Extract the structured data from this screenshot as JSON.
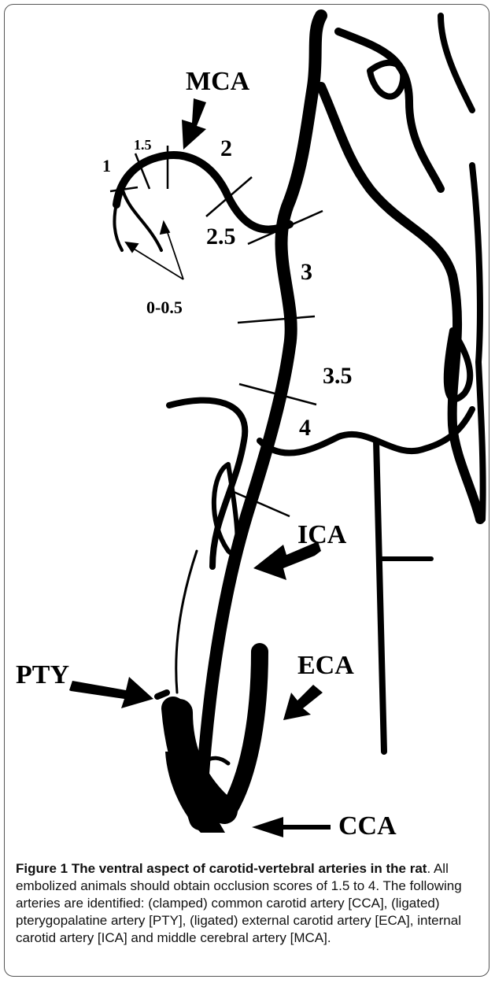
{
  "diagram": {
    "labels": {
      "mca": "MCA",
      "ica": "ICA",
      "pty": "PTY",
      "eca": "ECA",
      "cca": "CCA"
    },
    "scores": {
      "s1": "1",
      "s15": "1.5",
      "s2": "2",
      "s25": "2.5",
      "s3": "3",
      "s35": "3.5",
      "s4": "4",
      "s005": "0-0.5"
    }
  },
  "caption": {
    "title": "Figure 1 The ventral aspect of carotid-vertebral arteries in the rat",
    "text": ". All embolized animals should obtain occlusion scores of 1.5 to 4. The following arteries are identified: (clamped) common carotid artery [CCA], (ligated) pterygopalatine artery [PTY], (ligated) external carotid artery [ECA], internal carotid artery [ICA] and middle cerebral artery [MCA]."
  }
}
